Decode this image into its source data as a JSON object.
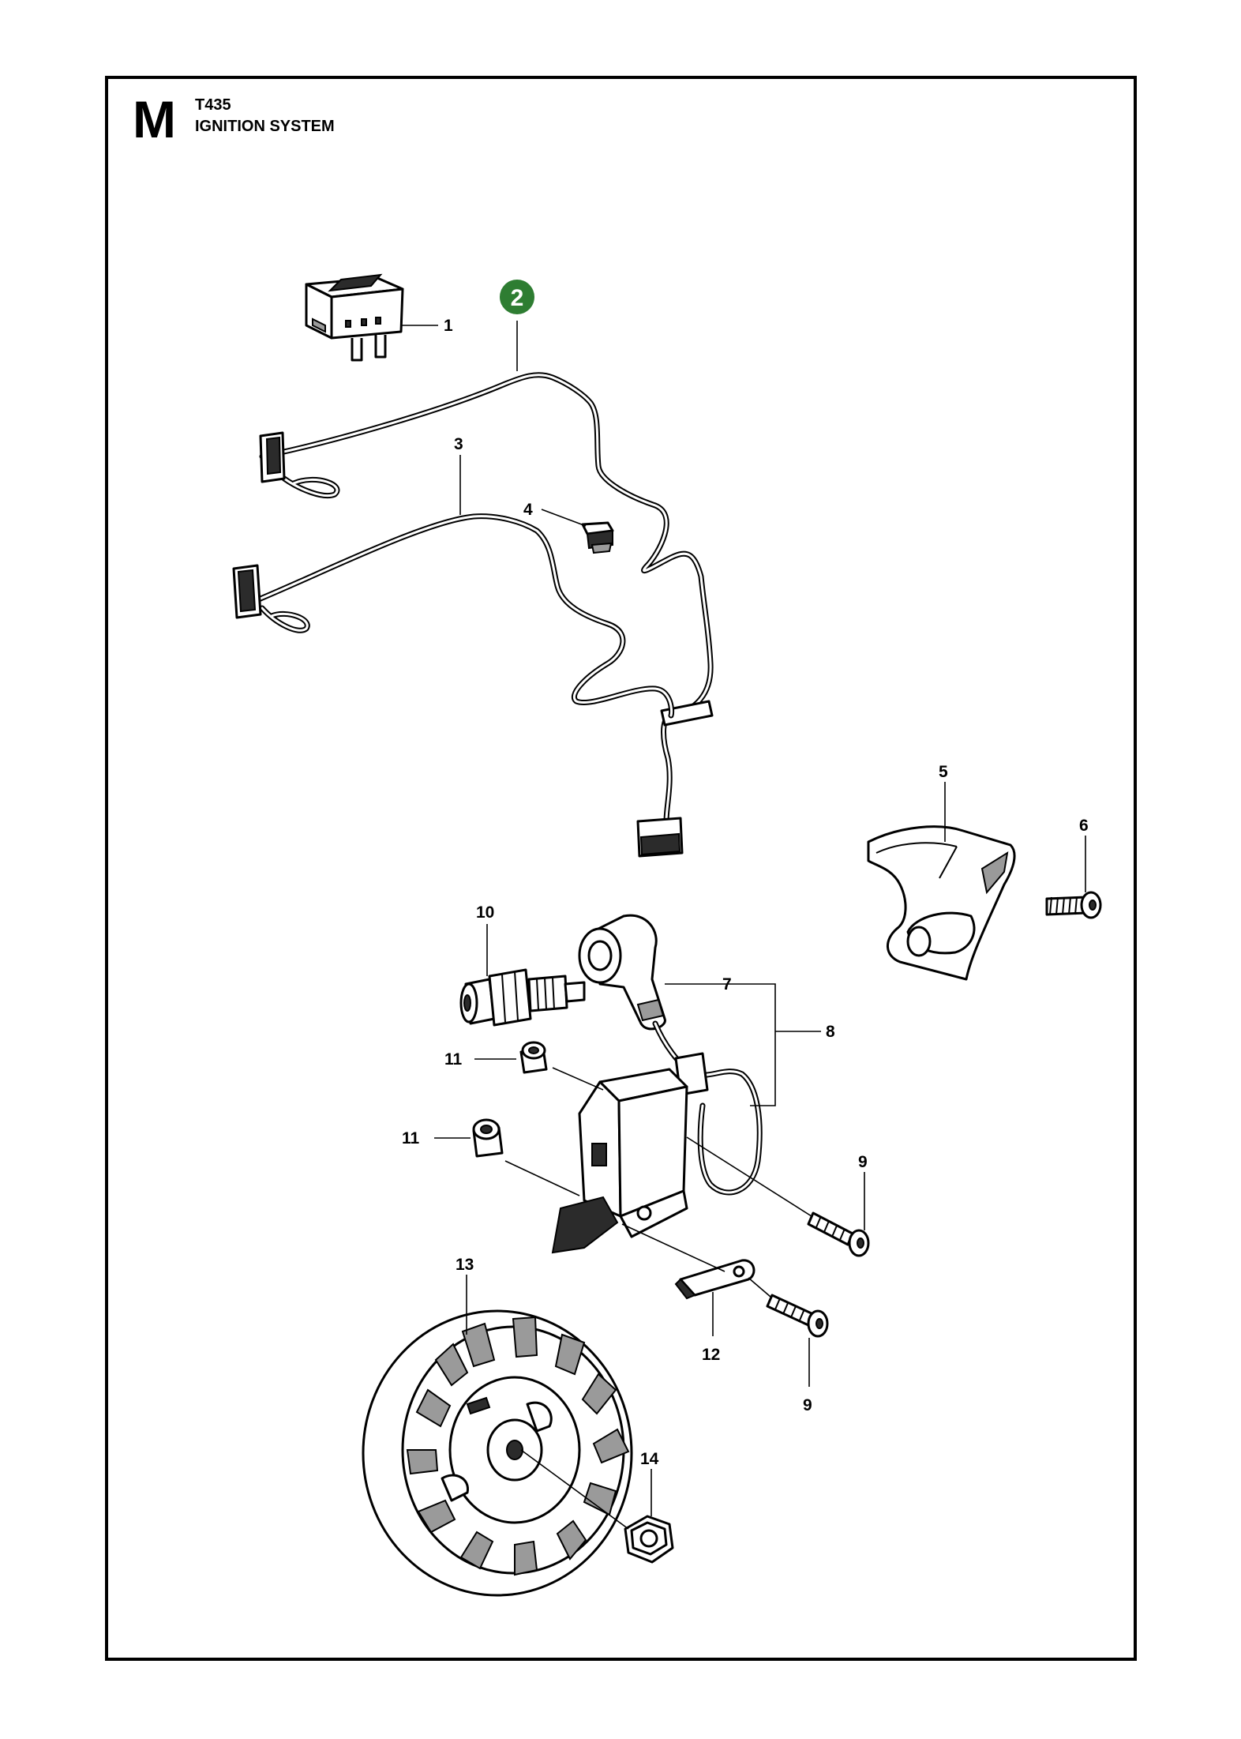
{
  "header": {
    "section_letter": "M",
    "model": "T435",
    "title": "IGNITION SYSTEM"
  },
  "badge": {
    "label": "2",
    "color": "#2e7d32"
  },
  "callouts": {
    "c1": "1",
    "c3": "3",
    "c4": "4",
    "c5": "5",
    "c6": "6",
    "c7": "7",
    "c8": "8",
    "c9a": "9",
    "c9b": "9",
    "c10": "10",
    "c11a": "11",
    "c11b": "11",
    "c12": "12",
    "c13": "13",
    "c14": "14"
  },
  "parts": [
    {
      "number": "1",
      "icon": "rocker-switch-icon"
    },
    {
      "number": "2",
      "icon": "wiring-harness-icon"
    },
    {
      "number": "3",
      "icon": "wiring-harness-icon"
    },
    {
      "number": "4",
      "icon": "cable-clip-icon"
    },
    {
      "number": "5",
      "icon": "cover-icon"
    },
    {
      "number": "6",
      "icon": "screw-icon"
    },
    {
      "number": "7",
      "icon": "spark-plug-cap-icon"
    },
    {
      "number": "8",
      "icon": "ignition-coil-icon"
    },
    {
      "number": "9",
      "icon": "screw-icon"
    },
    {
      "number": "10",
      "icon": "spark-plug-icon"
    },
    {
      "number": "11",
      "icon": "spacer-icon"
    },
    {
      "number": "12",
      "icon": "ground-terminal-icon"
    },
    {
      "number": "13",
      "icon": "flywheel-icon"
    },
    {
      "number": "14",
      "icon": "nut-icon"
    }
  ]
}
